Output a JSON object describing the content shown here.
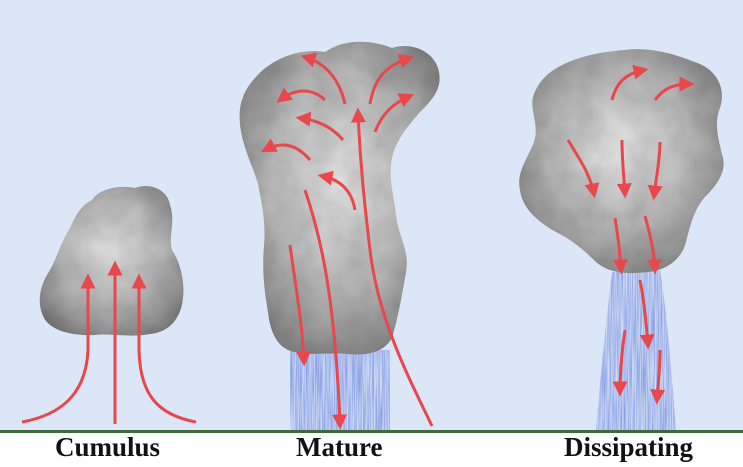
{
  "stages": [
    {
      "key": "cumulus",
      "label": "Cumulus"
    },
    {
      "key": "mature",
      "label": "Mature"
    },
    {
      "key": "dissipating",
      "label": "Dissipating"
    }
  ],
  "colors": {
    "sky": "#dbe6f7",
    "cloud_light": "#ececec",
    "cloud_dark": "#6f6f6f",
    "arrow": "#e8474c",
    "rain": "#2a3fc0",
    "ground_line": "#3f6b3a"
  }
}
